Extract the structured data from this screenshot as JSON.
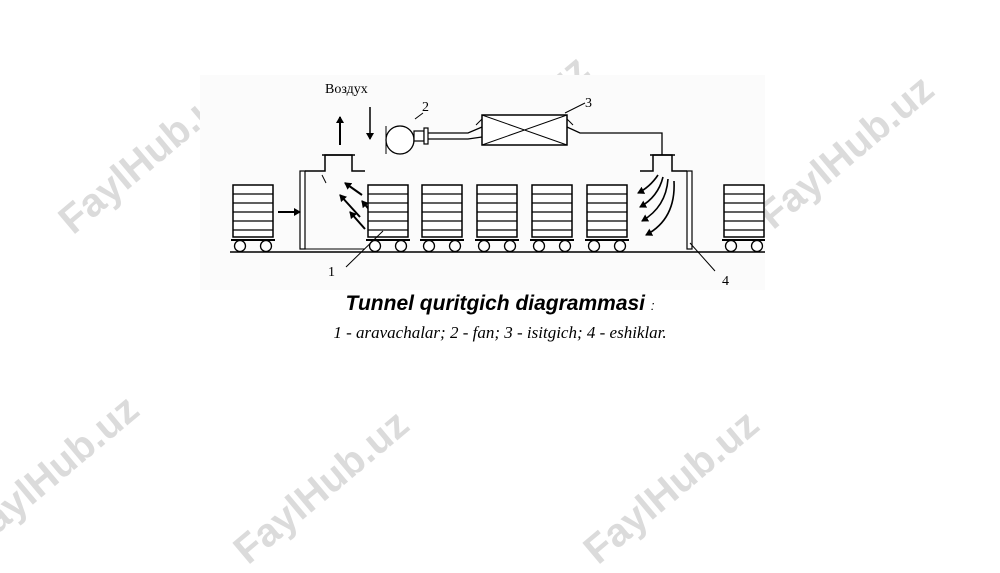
{
  "watermark": "FaylHub.uz",
  "diagram": {
    "air_label": "Воздух",
    "markers": {
      "m1": "1",
      "m2": "2",
      "m3": "3",
      "m4": "4"
    }
  },
  "caption": {
    "title": "Tunnel quritgich diagrammasi",
    "colon": ":",
    "legend": "1 - aravachalar; 2 - fan; 3 - isitgich; 4 - eshiklar."
  }
}
